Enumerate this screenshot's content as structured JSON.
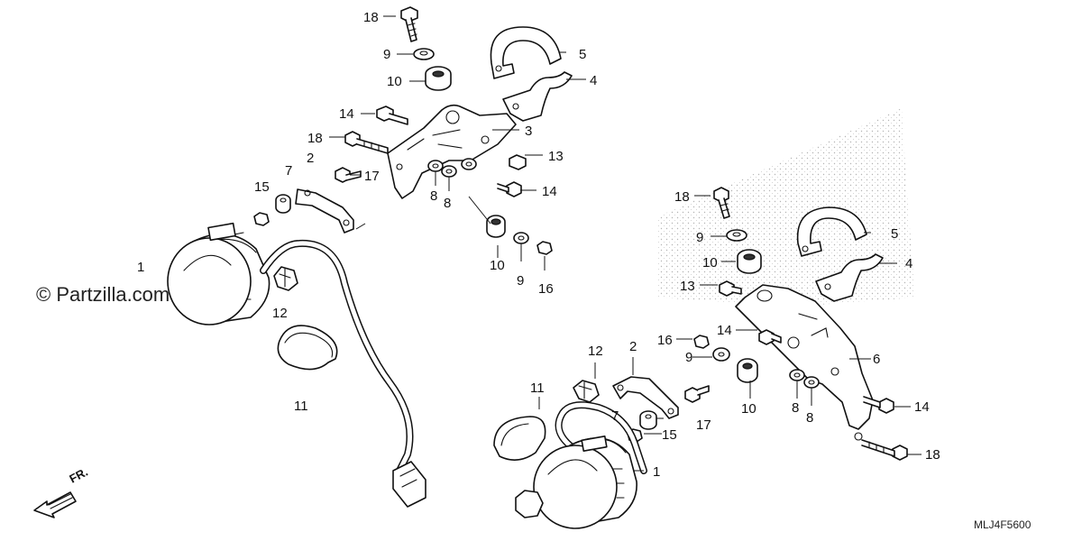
{
  "watermark": "© Partzilla.com",
  "diagram_code": "MLJ4F5600",
  "direction_label": "FR.",
  "callouts": {
    "left": {
      "c18": "18",
      "c9": "9",
      "c10": "10",
      "c14": "14",
      "c18b": "18",
      "c7": "7",
      "c2": "2",
      "c17": "17",
      "c15": "15",
      "c5": "5",
      "c4": "4",
      "c3": "3",
      "c13": "13",
      "c14b": "14",
      "c8a": "8",
      "c8b": "8",
      "c10b": "10",
      "c9b": "9",
      "c16": "16",
      "c1": "1",
      "c12": "12",
      "c11": "11"
    },
    "right": {
      "c18": "18",
      "c9": "9",
      "c10": "10",
      "c13": "13",
      "c5": "5",
      "c4": "4",
      "c14": "14",
      "c16": "16",
      "c9b": "9",
      "c12": "12",
      "c2": "2",
      "c6": "6",
      "c11": "11",
      "c14b": "14",
      "c8a": "8",
      "c8b": "8",
      "c10b": "10",
      "c7": "7",
      "c15": "15",
      "c17": "17",
      "c1": "1",
      "c18b": "18"
    }
  }
}
